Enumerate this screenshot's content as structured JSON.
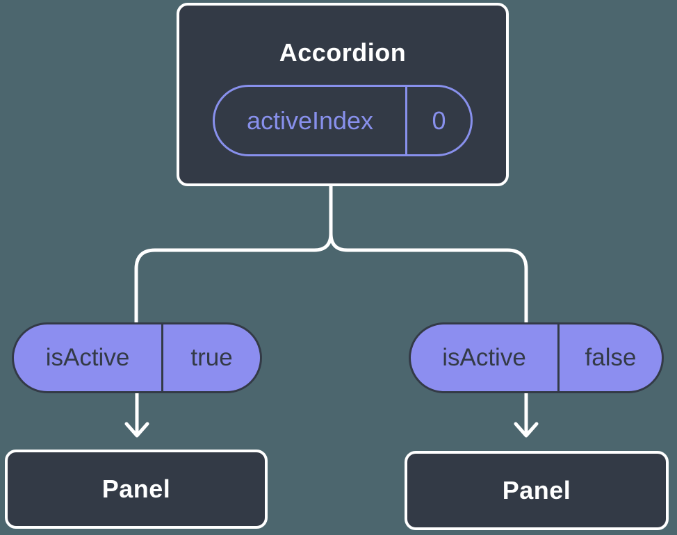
{
  "diagram": {
    "root": {
      "label": "Accordion",
      "state": {
        "name": "activeIndex",
        "value": "0"
      }
    },
    "props": [
      {
        "name": "isActive",
        "value": "true"
      },
      {
        "name": "isActive",
        "value": "false"
      }
    ],
    "panels": [
      {
        "label": "Panel"
      },
      {
        "label": "Panel"
      }
    ],
    "colors": {
      "background": "#4c666e",
      "node_fill": "#333a46",
      "node_border": "#ffffff",
      "state_accent": "#8890ec",
      "prop_fill": "#8c8ef0",
      "dark_text": "#333a46",
      "connector": "#ffffff"
    }
  }
}
